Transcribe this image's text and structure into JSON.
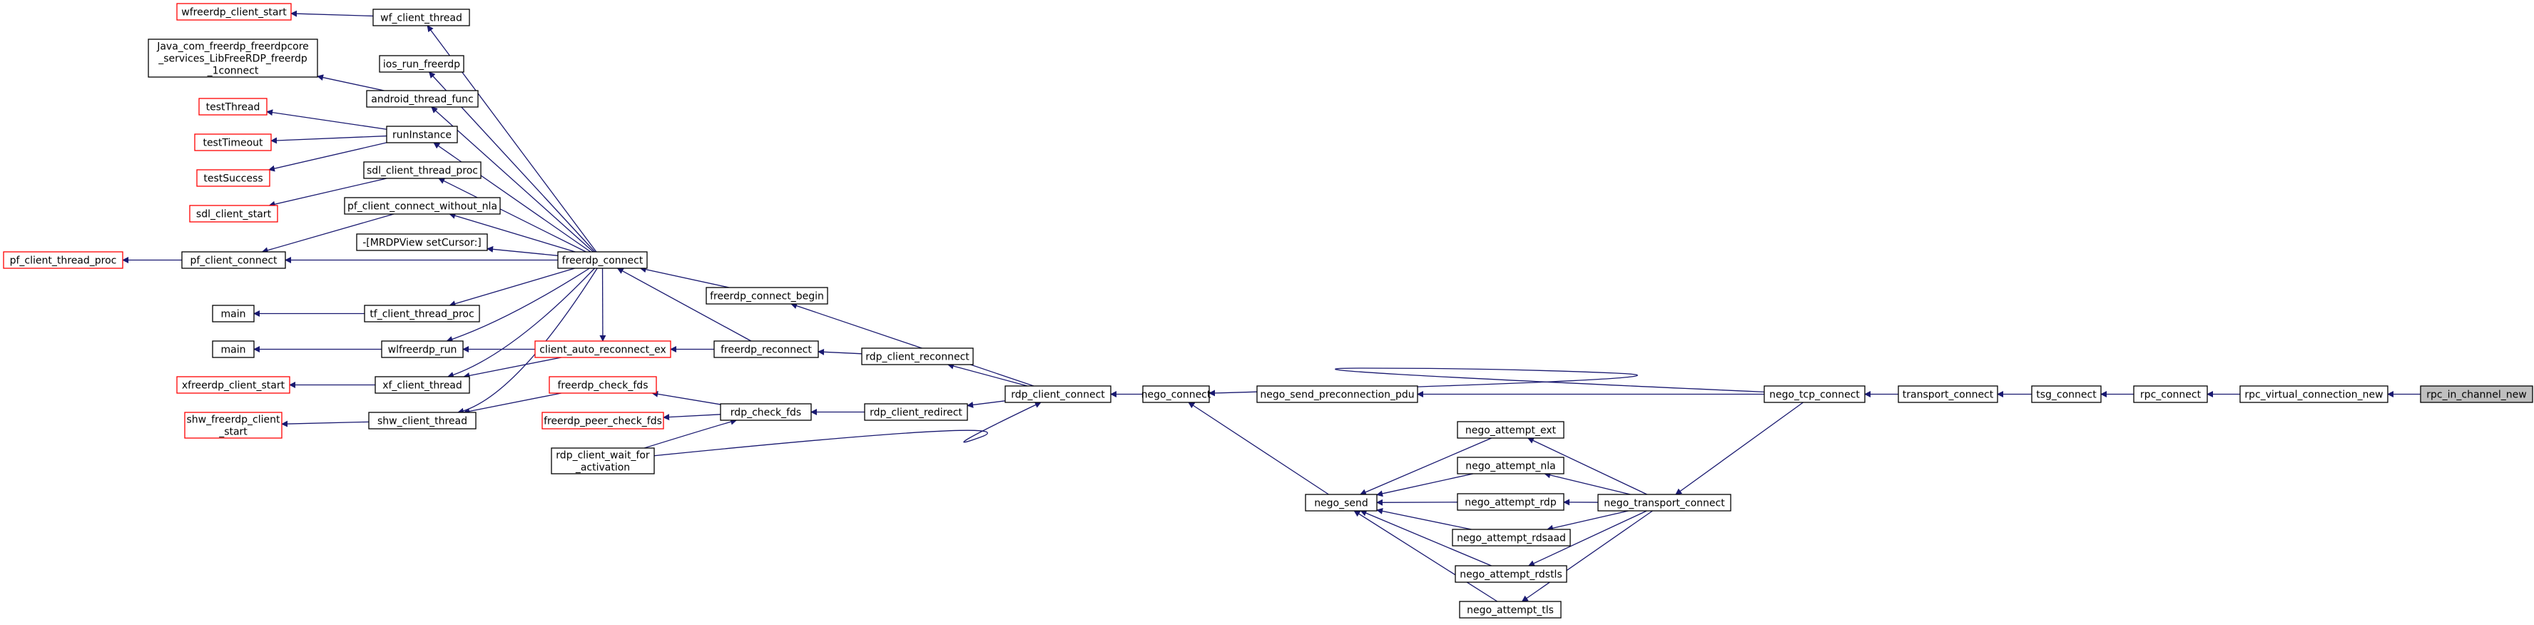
{
  "title": "",
  "colors": {
    "edge": "#191970",
    "node_border": "#000000",
    "truncated_border": "#ff0000",
    "highlight_fill": "#bfbfbf",
    "background": "#ffffff"
  },
  "nodes": {
    "rpc_in_channel_new": {
      "lines": [
        "rpc_in_channel_new"
      ],
      "style": "gray"
    },
    "rpc_virtual_connection_new": {
      "lines": [
        "rpc_virtual_connection_new"
      ],
      "style": "normal"
    },
    "rpc_connect": {
      "lines": [
        "rpc_connect"
      ],
      "style": "normal"
    },
    "tsg_connect": {
      "lines": [
        "tsg_connect"
      ],
      "style": "normal"
    },
    "transport_connect": {
      "lines": [
        "transport_connect"
      ],
      "style": "normal"
    },
    "nego_tcp_connect": {
      "lines": [
        "nego_tcp_connect"
      ],
      "style": "normal"
    },
    "nego_transport_connect": {
      "lines": [
        "nego_transport_connect"
      ],
      "style": "normal"
    },
    "nego_connect": {
      "lines": [
        "nego_connect"
      ],
      "style": "normal"
    },
    "nego_send_preconnection_pdu": {
      "lines": [
        "nego_send_preconnection_pdu"
      ],
      "style": "normal"
    },
    "nego_attempt_ext": {
      "lines": [
        "nego_attempt_ext"
      ],
      "style": "normal"
    },
    "nego_attempt_nla": {
      "lines": [
        "nego_attempt_nla"
      ],
      "style": "normal"
    },
    "nego_attempt_rdp": {
      "lines": [
        "nego_attempt_rdp"
      ],
      "style": "normal"
    },
    "nego_attempt_rdsaad": {
      "lines": [
        "nego_attempt_rdsaad"
      ],
      "style": "normal"
    },
    "nego_attempt_rdstls": {
      "lines": [
        "nego_attempt_rdstls"
      ],
      "style": "normal"
    },
    "nego_attempt_tls": {
      "lines": [
        "nego_attempt_tls"
      ],
      "style": "normal"
    },
    "nego_send": {
      "lines": [
        "nego_send"
      ],
      "style": "normal"
    },
    "rdp_client_connect": {
      "lines": [
        "rdp_client_connect"
      ],
      "style": "normal"
    },
    "freerdp_connect_begin": {
      "lines": [
        "freerdp_connect_begin"
      ],
      "style": "normal"
    },
    "rdp_client_reconnect": {
      "lines": [
        "rdp_client_reconnect"
      ],
      "style": "normal"
    },
    "rdp_client_redirect": {
      "lines": [
        "rdp_client_redirect"
      ],
      "style": "normal"
    },
    "freerdp_reconnect": {
      "lines": [
        "freerdp_reconnect"
      ],
      "style": "normal"
    },
    "rdp_check_fds": {
      "lines": [
        "rdp_check_fds"
      ],
      "style": "normal"
    },
    "freerdp_connect": {
      "lines": [
        "freerdp_connect"
      ],
      "style": "normal"
    },
    "client_auto_reconnect_ex": {
      "lines": [
        "client_auto_reconnect_ex"
      ],
      "style": "red"
    },
    "freerdp_check_fds": {
      "lines": [
        "freerdp_check_fds"
      ],
      "style": "red"
    },
    "freerdp_peer_check_fds": {
      "lines": [
        "freerdp_peer_check_fds"
      ],
      "style": "red"
    },
    "rdp_client_wait_for_activation": {
      "lines": [
        "rdp_client_wait_for",
        "_activation"
      ],
      "style": "normal"
    },
    "wf_client_thread": {
      "lines": [
        "wf_client_thread"
      ],
      "style": "normal"
    },
    "ios_run_freerdp": {
      "lines": [
        "ios_run_freerdp"
      ],
      "style": "normal"
    },
    "android_thread_func": {
      "lines": [
        "android_thread_func"
      ],
      "style": "normal"
    },
    "runInstance": {
      "lines": [
        "runInstance"
      ],
      "style": "normal"
    },
    "sdl_client_thread_proc": {
      "lines": [
        "sdl_client_thread_proc"
      ],
      "style": "normal"
    },
    "pf_client_connect_without_nla": {
      "lines": [
        "pf_client_connect_without_nla"
      ],
      "style": "normal"
    },
    "mrdpview_setcursor": {
      "lines": [
        "-[MRDPView setCursor:]"
      ],
      "style": "normal"
    },
    "pf_client_connect": {
      "lines": [
        "pf_client_connect"
      ],
      "style": "normal"
    },
    "tf_client_thread_proc": {
      "lines": [
        "tf_client_thread_proc"
      ],
      "style": "normal"
    },
    "wlfreerdp_run": {
      "lines": [
        "wlfreerdp_run"
      ],
      "style": "normal"
    },
    "xf_client_thread": {
      "lines": [
        "xf_client_thread"
      ],
      "style": "normal"
    },
    "shw_client_thread": {
      "lines": [
        "shw_client_thread"
      ],
      "style": "normal"
    },
    "wfreerdp_client_start": {
      "lines": [
        "wfreerdp_client_start"
      ],
      "style": "red"
    },
    "java_freerdp_connect": {
      "lines": [
        "Java_com_freerdp_freerdpcore",
        "_services_LibFreeRDP_freerdp",
        "_1connect"
      ],
      "style": "normal"
    },
    "testThread": {
      "lines": [
        "testThread"
      ],
      "style": "red"
    },
    "testTimeout": {
      "lines": [
        "testTimeout"
      ],
      "style": "red"
    },
    "testSuccess": {
      "lines": [
        "testSuccess"
      ],
      "style": "red"
    },
    "sdl_client_start": {
      "lines": [
        "sdl_client_start"
      ],
      "style": "red"
    },
    "pf_client_thread_proc": {
      "lines": [
        "pf_client_thread_proc"
      ],
      "style": "red"
    },
    "main_tf": {
      "lines": [
        "main"
      ],
      "style": "normal"
    },
    "main_wl": {
      "lines": [
        "main"
      ],
      "style": "normal"
    },
    "xfreerdp_client_start": {
      "lines": [
        "xfreerdp_client_start"
      ],
      "style": "red"
    },
    "shw_freerdp_client_start": {
      "lines": [
        "shw_freerdp_client",
        "_start"
      ],
      "style": "red"
    }
  },
  "edges": [
    [
      "rpc_virtual_connection_new",
      "rpc_in_channel_new"
    ],
    [
      "rpc_connect",
      "rpc_virtual_connection_new"
    ],
    [
      "tsg_connect",
      "rpc_connect"
    ],
    [
      "transport_connect",
      "tsg_connect"
    ],
    [
      "nego_tcp_connect",
      "transport_connect"
    ],
    [
      "nego_connect",
      "nego_tcp_connect"
    ],
    [
      "nego_send_preconnection_pdu",
      "nego_tcp_connect"
    ],
    [
      "nego_transport_connect",
      "nego_tcp_connect"
    ],
    [
      "nego_attempt_ext",
      "nego_transport_connect"
    ],
    [
      "nego_attempt_nla",
      "nego_transport_connect"
    ],
    [
      "nego_attempt_rdp",
      "nego_transport_connect"
    ],
    [
      "nego_attempt_rdsaad",
      "nego_transport_connect"
    ],
    [
      "nego_attempt_rdstls",
      "nego_transport_connect"
    ],
    [
      "nego_attempt_tls",
      "nego_transport_connect"
    ],
    [
      "nego_send",
      "nego_attempt_ext"
    ],
    [
      "nego_send",
      "nego_attempt_nla"
    ],
    [
      "nego_send",
      "nego_attempt_rdp"
    ],
    [
      "nego_send",
      "nego_attempt_rdsaad"
    ],
    [
      "nego_send",
      "nego_attempt_rdstls"
    ],
    [
      "nego_send",
      "nego_attempt_tls"
    ],
    [
      "nego_connect",
      "nego_send"
    ],
    [
      "rdp_client_connect",
      "nego_connect"
    ],
    [
      "freerdp_connect_begin",
      "rdp_client_connect"
    ],
    [
      "rdp_client_reconnect",
      "rdp_client_connect"
    ],
    [
      "rdp_client_redirect",
      "rdp_client_connect"
    ],
    [
      "rdp_client_connect",
      "rdp_client_wait_for_activation"
    ],
    [
      "freerdp_connect",
      "freerdp_connect_begin"
    ],
    [
      "freerdp_reconnect",
      "rdp_client_reconnect"
    ],
    [
      "rdp_check_fds",
      "rdp_client_redirect"
    ],
    [
      "freerdp_connect",
      "freerdp_reconnect"
    ],
    [
      "client_auto_reconnect_ex",
      "freerdp_reconnect"
    ],
    [
      "freerdp_check_fds",
      "rdp_check_fds"
    ],
    [
      "freerdp_peer_check_fds",
      "rdp_check_fds"
    ],
    [
      "rdp_check_fds",
      "rdp_client_wait_for_activation"
    ],
    [
      "client_auto_reconnect_ex",
      "freerdp_connect"
    ],
    [
      "wf_client_thread",
      "freerdp_connect"
    ],
    [
      "ios_run_freerdp",
      "freerdp_connect"
    ],
    [
      "android_thread_func",
      "freerdp_connect"
    ],
    [
      "runInstance",
      "freerdp_connect"
    ],
    [
      "sdl_client_thread_proc",
      "freerdp_connect"
    ],
    [
      "pf_client_connect_without_nla",
      "freerdp_connect"
    ],
    [
      "mrdpview_setcursor",
      "freerdp_connect"
    ],
    [
      "pf_client_connect",
      "freerdp_connect"
    ],
    [
      "tf_client_thread_proc",
      "freerdp_connect"
    ],
    [
      "wlfreerdp_run",
      "freerdp_connect"
    ],
    [
      "xf_client_thread",
      "freerdp_connect"
    ],
    [
      "shw_client_thread",
      "freerdp_connect"
    ],
    [
      "wlfreerdp_run",
      "client_auto_reconnect_ex"
    ],
    [
      "xf_client_thread",
      "client_auto_reconnect_ex"
    ],
    [
      "shw_client_thread",
      "freerdp_check_fds"
    ],
    [
      "wfreerdp_client_start",
      "wf_client_thread"
    ],
    [
      "java_freerdp_connect",
      "android_thread_func"
    ],
    [
      "testThread",
      "runInstance"
    ],
    [
      "testTimeout",
      "runInstance"
    ],
    [
      "testSuccess",
      "runInstance"
    ],
    [
      "sdl_client_start",
      "sdl_client_thread_proc"
    ],
    [
      "pf_client_connect",
      "pf_client_connect_without_nla"
    ],
    [
      "pf_client_thread_proc",
      "pf_client_connect"
    ],
    [
      "main_tf",
      "tf_client_thread_proc"
    ],
    [
      "main_wl",
      "wlfreerdp_run"
    ],
    [
      "xfreerdp_client_start",
      "xf_client_thread"
    ],
    [
      "shw_freerdp_client_start",
      "shw_client_thread"
    ]
  ]
}
